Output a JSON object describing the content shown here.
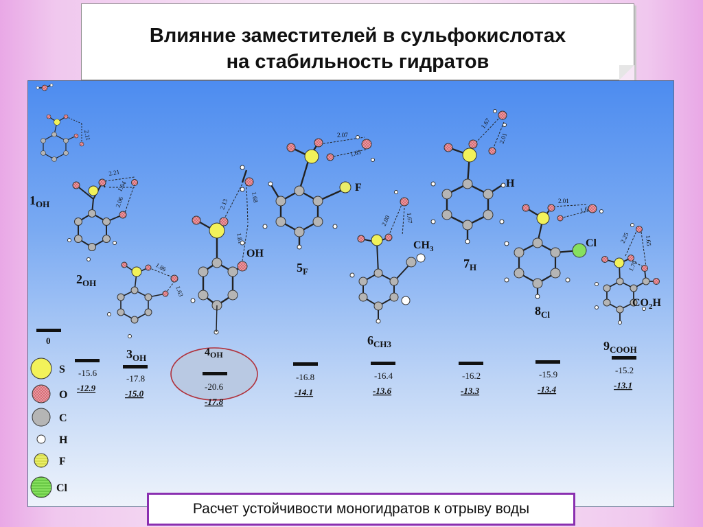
{
  "title": {
    "line1": "Влияние заместителей в сульфокислотах",
    "line2": "на стабильность гидратов"
  },
  "footer": "Расчет устойчивости моногидратов к отрыву воды",
  "colors": {
    "S": "#f2f25a",
    "O": "#e8a0a8",
    "C": "#b5b5b5",
    "H": "#ffffff",
    "F": "#e9ee6a",
    "Cl": "#7fe05a",
    "energy_bar": "#111111",
    "highlight_border": "#b0303a"
  },
  "legend": [
    {
      "symbol": "S",
      "icon": "sulfur-atom"
    },
    {
      "symbol": "O",
      "icon": "oxygen-atom"
    },
    {
      "symbol": "C",
      "icon": "carbon-atom"
    },
    {
      "symbol": "H",
      "icon": "hydrogen-atom"
    },
    {
      "symbol": "F",
      "icon": "fluorine-atom"
    },
    {
      "symbol": "Cl",
      "icon": "chlorine-atom"
    }
  ],
  "reference": {
    "label": "0"
  },
  "compounds": [
    {
      "id": "1",
      "sub": "OH",
      "energy": "-15.6",
      "corrected": "-12.9"
    },
    {
      "id": "2",
      "sub": "OH",
      "energy": "",
      "corrected": ""
    },
    {
      "id": "3",
      "sub": "OH",
      "energy": "-17.8",
      "corrected": "-15.0"
    },
    {
      "id": "4",
      "sub": "OH",
      "energy": "-20.6",
      "corrected": "-17.8"
    },
    {
      "id": "5",
      "sub": "F",
      "energy": "-16.8",
      "corrected": "-14.1"
    },
    {
      "id": "6",
      "sub": "CH3",
      "energy": "-16.4",
      "corrected": "-13.6"
    },
    {
      "id": "7",
      "sub": "H",
      "energy": "-16.2",
      "corrected": "-13.3"
    },
    {
      "id": "8",
      "sub": "Cl",
      "energy": "-15.9",
      "corrected": "-13.4"
    },
    {
      "id": "9",
      "sub": "COOH",
      "energy": "-15.2",
      "corrected": "-13.1"
    }
  ],
  "substituent_labels": {
    "oh": "OH",
    "f": "F",
    "ch3_main": "CH",
    "ch3_sub": "3",
    "h": "H",
    "cl": "Cl",
    "co2h_main": "CO",
    "co2h_sub": "2",
    "co2h_tail": "H"
  },
  "bond_lengths": {
    "m1": [
      "2.11"
    ],
    "m2": [
      "2.21",
      "1.64",
      "2.06"
    ],
    "m3": [
      "1.86",
      "1.63"
    ],
    "m4": [
      "2.13",
      "1.68",
      "1.81"
    ],
    "m5": [
      "2.07",
      "1.63"
    ],
    "m6": [
      "2.00",
      "1.67"
    ],
    "m7": [
      "1.67",
      "2.01"
    ],
    "m8": [
      "2.01",
      "1.62"
    ],
    "m9": [
      "2.25",
      "1.76",
      "1.65"
    ]
  }
}
